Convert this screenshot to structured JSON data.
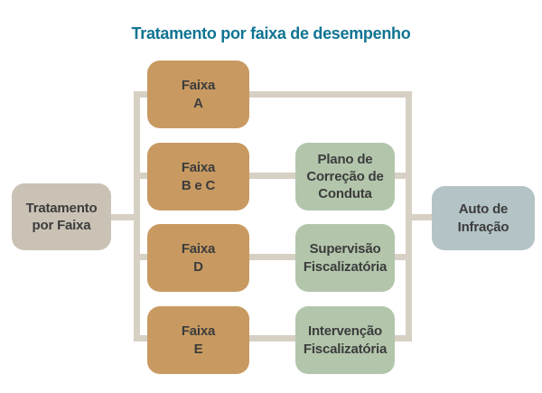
{
  "title": "Tratamento por faixa de desempenho",
  "diagram": {
    "source": {
      "label": "Tratamento\npor Faixa"
    },
    "result": {
      "label": "Auto de\nInfração"
    },
    "rows": [
      {
        "band": "Faixa\nA",
        "action": null
      },
      {
        "band": "Faixa\nB e C",
        "action": "Plano de\nCorreção de\nConduta"
      },
      {
        "band": "Faixa\nD",
        "action": "Supervisão\nFiscalizatória"
      },
      {
        "band": "Faixa\nE",
        "action": "Intervenção\nFiscalizatória"
      }
    ]
  },
  "colors": {
    "title": "#0f7492",
    "band_box": "#c89a61",
    "action_box": "#b3c6ac",
    "source_box": "#cac2b5",
    "result_box": "#b4c3c6",
    "connector": "#d7d0c4",
    "box_text": "#3c3c3c"
  }
}
